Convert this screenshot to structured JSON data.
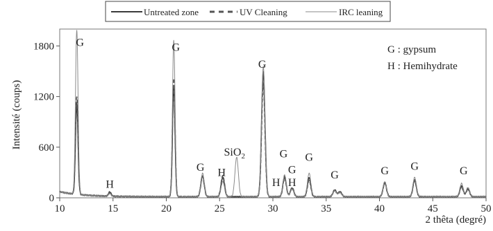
{
  "chart_data": {
    "type": "line",
    "xlabel": "2 thêta (degré)",
    "ylabel": "Intensité (coups)",
    "xlim": [
      10,
      50
    ],
    "ylim": [
      0,
      2000
    ],
    "x_ticks": [
      10,
      15,
      20,
      25,
      30,
      35,
      40,
      45,
      50
    ],
    "y_ticks": [
      0,
      600,
      1200,
      1800
    ],
    "legend_position": "top",
    "legend": [
      "Untreated zone",
      "UV Cleaning",
      "IRC leaning"
    ],
    "key_lines": [
      "G : gypsum",
      "H : Hemihydrate"
    ],
    "series": [
      {
        "name": "Untreated zone",
        "color": "#3a3a3a",
        "peaks": [
          [
            11.6,
            1080
          ],
          [
            14.7,
            50
          ],
          [
            20.7,
            1300
          ],
          [
            23.4,
            250
          ],
          [
            25.3,
            230
          ],
          [
            29.1,
            1480
          ],
          [
            31.1,
            240
          ],
          [
            31.8,
            100
          ],
          [
            33.4,
            230
          ],
          [
            35.8,
            80
          ],
          [
            36.3,
            60
          ],
          [
            40.5,
            170
          ],
          [
            43.3,
            200
          ],
          [
            47.7,
            130
          ],
          [
            48.3,
            90
          ]
        ]
      },
      {
        "name": "UV Cleaning",
        "color": "#555555",
        "peaks": [
          [
            11.6,
            1150
          ],
          [
            14.7,
            45
          ],
          [
            20.7,
            1400
          ],
          [
            23.4,
            240
          ],
          [
            25.3,
            250
          ],
          [
            29.1,
            1350
          ],
          [
            31.1,
            220
          ],
          [
            31.8,
            110
          ],
          [
            33.4,
            200
          ],
          [
            35.8,
            75
          ],
          [
            36.3,
            55
          ],
          [
            40.5,
            160
          ],
          [
            43.3,
            190
          ],
          [
            47.7,
            120
          ],
          [
            48.3,
            100
          ]
        ]
      },
      {
        "name": "IRC leaning",
        "color": "#8a8a8a",
        "peaks": [
          [
            11.6,
            1950
          ],
          [
            14.7,
            30
          ],
          [
            20.7,
            1850
          ],
          [
            23.4,
            280
          ],
          [
            25.3,
            180
          ],
          [
            26.6,
            470
          ],
          [
            29.1,
            1550
          ],
          [
            31.1,
            260
          ],
          [
            31.8,
            90
          ],
          [
            33.4,
            280
          ],
          [
            35.8,
            70
          ],
          [
            36.3,
            50
          ],
          [
            40.5,
            180
          ],
          [
            43.3,
            230
          ],
          [
            47.7,
            160
          ],
          [
            48.3,
            110
          ]
        ]
      }
    ],
    "annotations": [
      {
        "text": "G",
        "x": 11.9,
        "y": 1800
      },
      {
        "text": "G",
        "x": 20.9,
        "y": 1740
      },
      {
        "text": "G",
        "x": 29.0,
        "y": 1540
      },
      {
        "text": "G",
        "x": 23.2,
        "y": 320
      },
      {
        "text": "H",
        "x": 25.2,
        "y": 260
      },
      {
        "text": "SiO",
        "sub": "2",
        "x": 26.4,
        "y": 500
      },
      {
        "text": "H",
        "x": 14.7,
        "y": 120
      },
      {
        "text": "H",
        "x": 30.3,
        "y": 140
      },
      {
        "text": "G",
        "x": 31.0,
        "y": 480
      },
      {
        "text": "G",
        "x": 31.8,
        "y": 290
      },
      {
        "text": "H",
        "x": 31.8,
        "y": 140
      },
      {
        "text": "G",
        "x": 33.4,
        "y": 440
      },
      {
        "text": "G",
        "x": 35.8,
        "y": 230
      },
      {
        "text": "G",
        "x": 40.5,
        "y": 280
      },
      {
        "text": "G",
        "x": 43.3,
        "y": 330
      },
      {
        "text": "G",
        "x": 47.9,
        "y": 280
      }
    ]
  }
}
